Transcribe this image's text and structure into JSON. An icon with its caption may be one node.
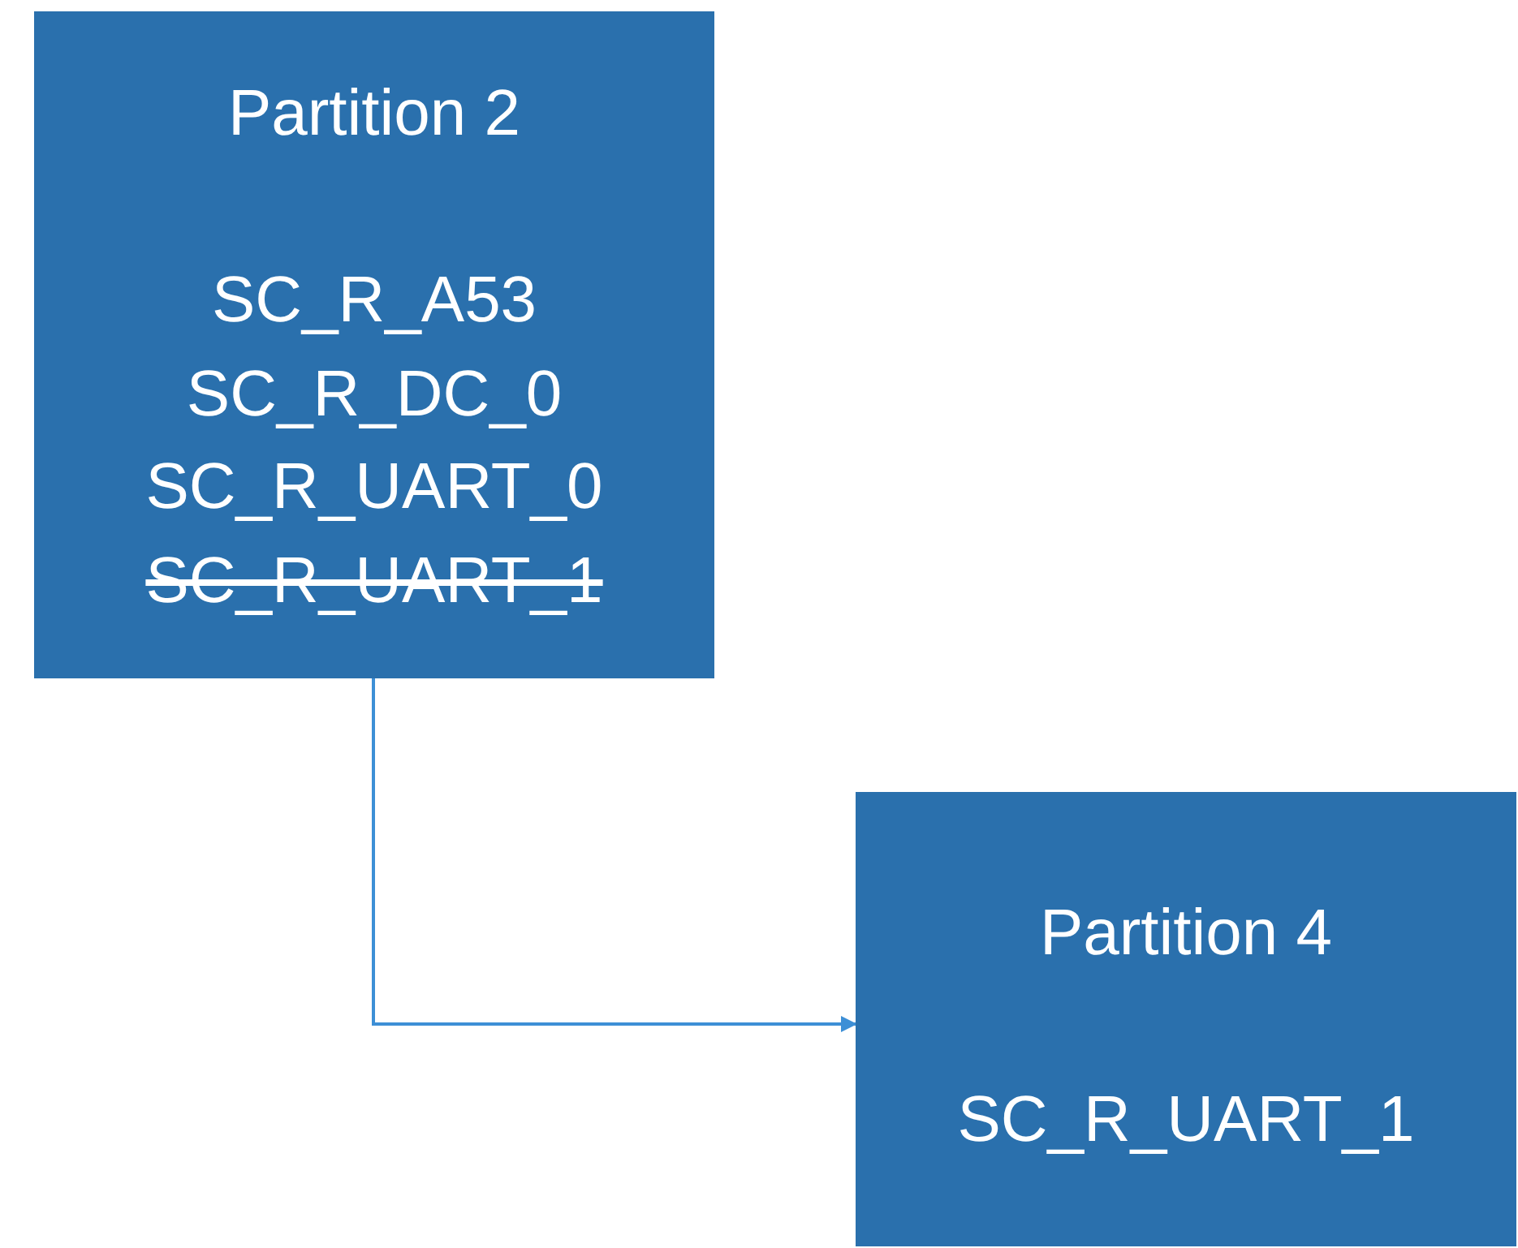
{
  "diagram": {
    "nodes": [
      {
        "text": [
          "Partition 2",
          "SC_R_A53",
          "SC_R_DC_0",
          "SC_R_UART_0",
          "SC_R_UART_1"
        ]
      },
      {
        "text": [
          "Partition 4",
          "SC_R_UART_1"
        ]
      }
    ],
    "edges": [
      {
        "from": 0,
        "to": 1,
        "arrow": "to"
      }
    ]
  }
}
